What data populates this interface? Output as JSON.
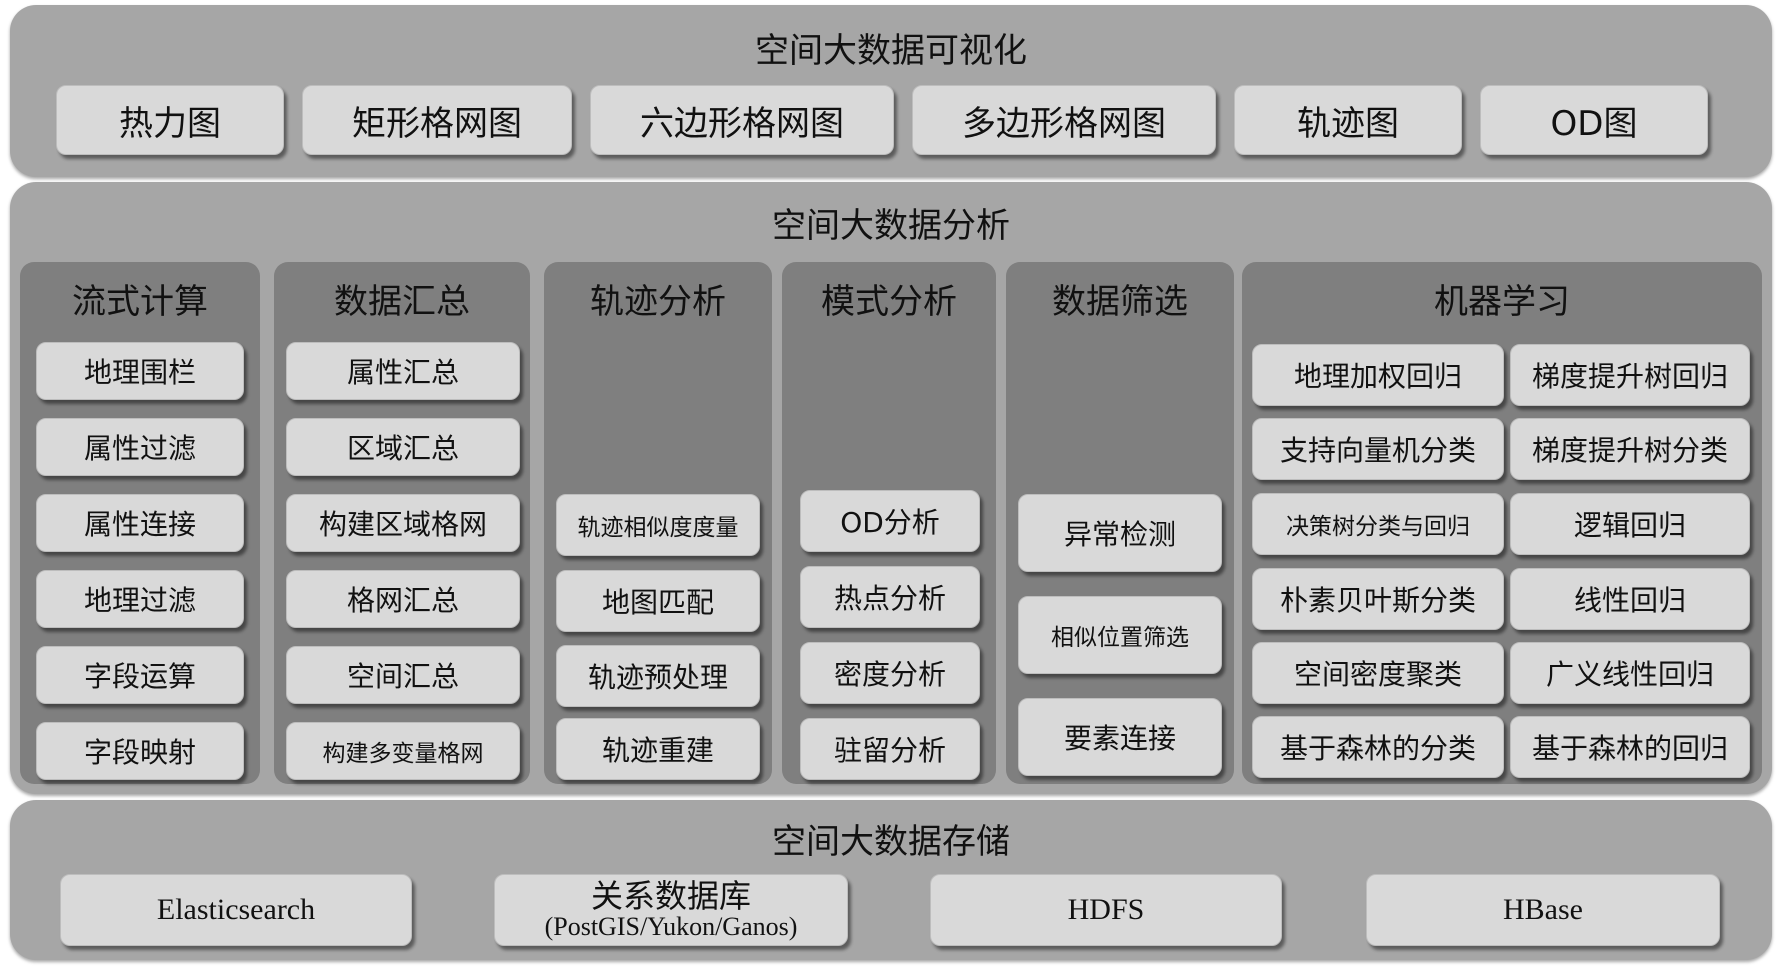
{
  "visualization": {
    "title": "空间大数据可视化",
    "items": [
      "热力图",
      "矩形格网图",
      "六边形格网图",
      "多边形格网图",
      "轨迹图",
      "OD图"
    ]
  },
  "analysis": {
    "title": "空间大数据分析",
    "columns": [
      {
        "title": "流式计算",
        "items": [
          "地理围栏",
          "属性过滤",
          "属性连接",
          "地理过滤",
          "字段运算",
          "字段映射"
        ]
      },
      {
        "title": "数据汇总",
        "items": [
          "属性汇总",
          "区域汇总",
          "构建区域格网",
          "格网汇总",
          "空间汇总",
          "构建多变量格网"
        ]
      },
      {
        "title": "轨迹分析",
        "items": [
          "轨迹相似度度量",
          "地图匹配",
          "轨迹预处理",
          "轨迹重建"
        ]
      },
      {
        "title": "模式分析",
        "items": [
          "OD分析",
          "热点分析",
          "密度分析",
          "驻留分析"
        ]
      },
      {
        "title": "数据筛选",
        "items": [
          "异常检测",
          "相似位置筛选",
          "要素连接"
        ]
      },
      {
        "title": "机器学习",
        "items": [
          "地理加权回归",
          "梯度提升树回归",
          "支持向量机分类",
          "梯度提升树分类",
          "决策树分类与回归",
          "逻辑回归",
          "朴素贝叶斯分类",
          "线性回归",
          "空间密度聚类",
          "广义线性回归",
          "基于森林的分类",
          "基于森林的回归"
        ]
      }
    ]
  },
  "storage": {
    "title": "空间大数据存储",
    "items": [
      {
        "label": "Elasticsearch"
      },
      {
        "label": "关系数据库",
        "sublabel": "(PostGIS/Yukon/Ganos)"
      },
      {
        "label": "HDFS"
      },
      {
        "label": "HBase"
      }
    ]
  }
}
